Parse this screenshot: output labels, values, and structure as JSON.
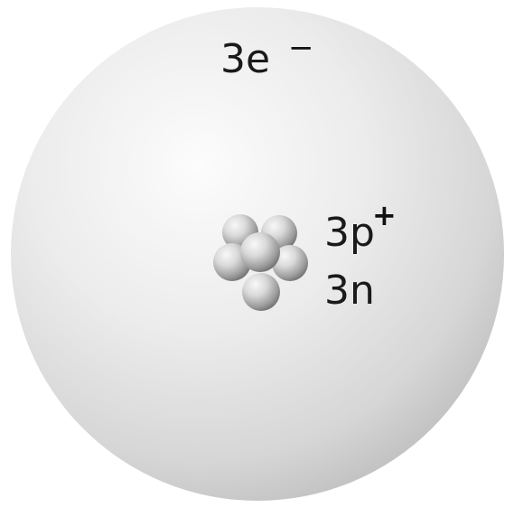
{
  "electrons": {
    "count_text": "3e",
    "charge_symbol": "−"
  },
  "protons": {
    "count_text": "3p",
    "charge_symbol": "+"
  },
  "neutrons": {
    "count_text": "3n"
  },
  "colors": {
    "background": "#ffffff",
    "cloud_highlight": "#fbfbfb",
    "cloud_shadow": "#b9b9b9",
    "nucleon_highlight": "#f7f7f7",
    "nucleon_shadow": "#6f6f6f",
    "text": "#1a1a1a"
  }
}
